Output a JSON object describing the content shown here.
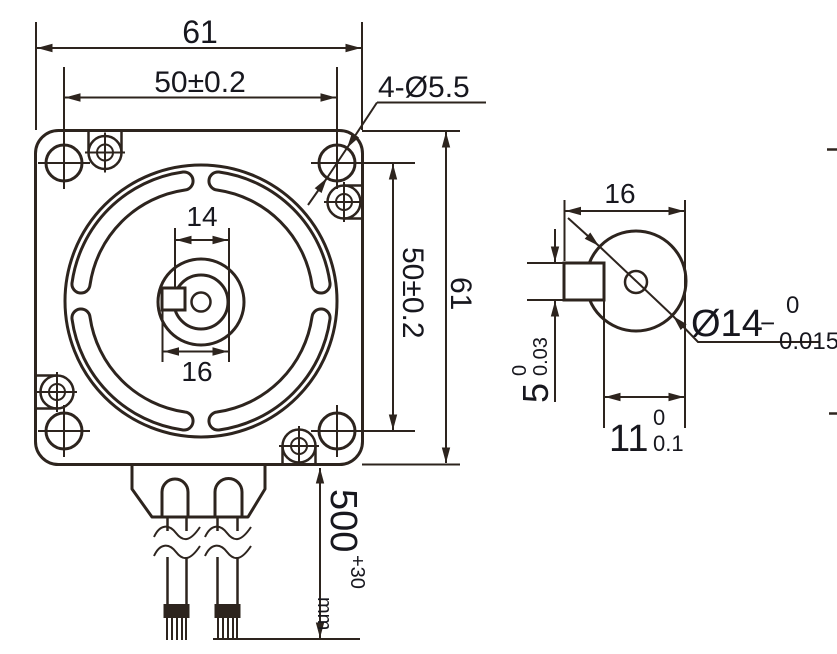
{
  "colors": {
    "line": "#2d241e",
    "text": "#17171e",
    "bg": "#ffffff"
  },
  "front_view": {
    "width": "61",
    "hole_spacing_h": "50±0.2",
    "corner_holes": "4-Ø5.5",
    "shaft_dia": "14",
    "pilot_dia": "16",
    "hole_spacing_v": "50±0.2",
    "height": "61",
    "cable_length": {
      "base": "500",
      "upper": "+30",
      "lower": "mm"
    }
  },
  "side_view": {
    "shaft_length": "16",
    "shaft_dia": {
      "base": "Ø14",
      "minus": "−",
      "upper": "0",
      "lower": "0.015"
    },
    "flat_height": {
      "base": "5",
      "upper": "0",
      "lower": "0.03"
    },
    "flat_length": {
      "base": "11",
      "upper": "0",
      "lower": "0.1"
    }
  }
}
